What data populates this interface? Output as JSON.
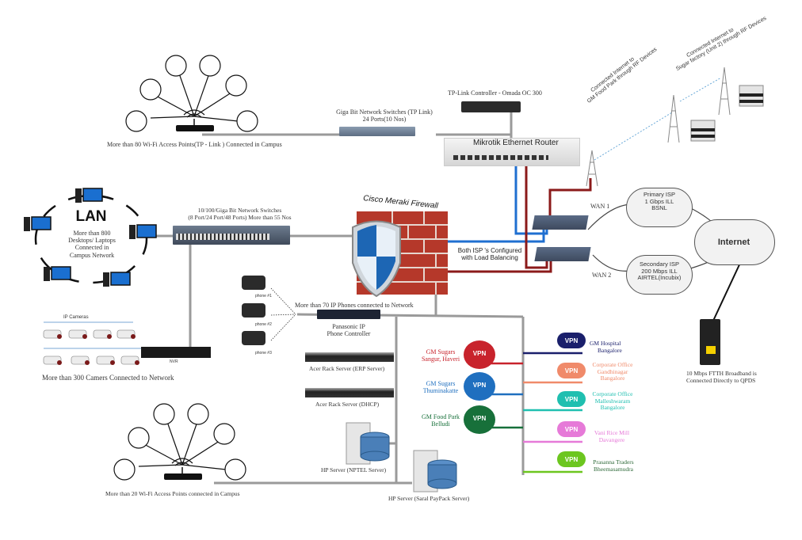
{
  "diagram": {
    "wifi_top": {
      "caption": "More than 80 Wi-Fi Access Points(TP - Link ) Connected in Campus"
    },
    "tp_switch": {
      "line1": "Giga Bit Network Switches (TP Link)",
      "line2": "24 Ports(10 Nos)"
    },
    "omada": {
      "caption": "TP-Link Controller - Omada OC 300"
    },
    "mikrotik": {
      "caption": "Mikrotik Ethernet Router"
    },
    "rf": {
      "link1_line1": "Connected Internet to",
      "link1_line2": "GM Food Park through RF Devices",
      "link2_line1": "Connected Internet to",
      "link2_line2": "Sugar factory (Unit 2) through RF Devices"
    },
    "wan": {
      "wan1": "WAN 1",
      "wan2": "WAN 2"
    },
    "isp_primary": {
      "line1": "Primary ISP",
      "line2": "1 Gbps ILL",
      "line3": "BSNL"
    },
    "isp_secondary": {
      "line1": "Secondary ISP",
      "line2": "200 Mbps ILL",
      "line3": "AIRTEL(Incubix)"
    },
    "internet": {
      "label": "Internet"
    },
    "ftth": {
      "line1": "10 Mbps FTTH Broadband is",
      "line2": "Connected Directly to QPDS"
    },
    "lan": {
      "title": "LAN",
      "line1": "More than 800",
      "line2": "Desktops/ Laptops",
      "line3": "Connected in",
      "line4": "Campus Network"
    },
    "core_switch": {
      "line1": "10/100/Giga Bit Network Switches",
      "line2": "(8 Port/24 Port/48 Ports) More than 55 Nos"
    },
    "firewall": {
      "caption": "Cisco Meraki Firewall"
    },
    "load_balance": {
      "line1": "Both ISP 's Configured",
      "line2": "with Load Balancing"
    },
    "phones": {
      "caption": "More than 70 IP Phones  connected to Network",
      "items": [
        "phone #1",
        "phone #2",
        "phone #3"
      ],
      "controller_line1": "Panasonic IP",
      "controller_line2": "Phone Controller"
    },
    "cameras": {
      "header": "IP Cameras",
      "nvr": "NVR",
      "caption": "More than 300  Camers Connected to Network"
    },
    "servers": {
      "erp": "Acer Rack Server (ERP Server)",
      "dhcp": "Acer Rack Server (DHCP)",
      "nptel": "HP Server (NPTEL Server)",
      "saral": "HP Server (Saral PayPack Server)"
    },
    "wifi_bottom": {
      "caption": "More than 20 Wi-Fi Access Points connected in Campus"
    },
    "vpn_label": "VPN",
    "vpn_left": [
      {
        "line1": "GM Sugars",
        "line2": "Sangur, Haveri",
        "color": "#c8232c"
      },
      {
        "line1": "GM Sugars",
        "line2": "Thuminakatte",
        "color": "#1f6fbf"
      },
      {
        "line1": "GM Food Park",
        "line2": "Belludi",
        "color": "#17703a"
      }
    ],
    "vpn_right": [
      {
        "line1": "GM Hospital",
        "line2": "Bangalore",
        "line3": "",
        "color": "#1a1f6b"
      },
      {
        "line1": "Corporate Office",
        "line2": "Gandhinagar",
        "line3": "Bangalore",
        "color": "#f08a6a"
      },
      {
        "line1": "Corporate Office",
        "line2": "Malleshwaram",
        "line3": "Bangalore",
        "color": "#1fbfb0"
      },
      {
        "line1": "Vani Rice  Mill",
        "line2": "Davangere",
        "line3": "",
        "color": "#e67ad8"
      },
      {
        "line1": "Prasanna Traders",
        "line2": "Bheemasamudra",
        "line3": "",
        "color": "#6cc61f"
      }
    ]
  }
}
